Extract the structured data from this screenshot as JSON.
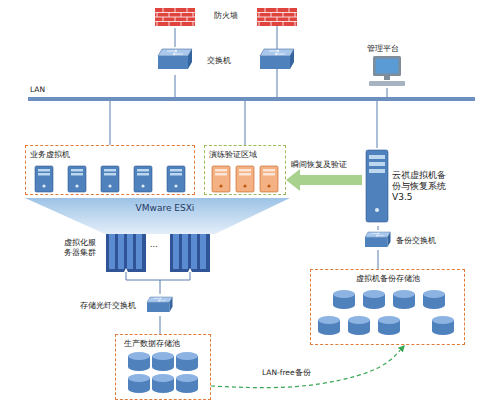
{
  "diagram": {
    "nodes": [
      {
        "text": [
          "防火墙"
        ]
      },
      {
        "text": [
          "交换机"
        ]
      },
      {
        "text": [
          "管理平台"
        ]
      },
      {
        "text": [
          "LAN"
        ]
      },
      {
        "text": [
          "业务虚拟机"
        ]
      },
      {
        "text": [
          "演练验证区域"
        ]
      },
      {
        "text": [
          "云祺虚拟机备 份与恢复系统 V3.5"
        ]
      },
      {
        "text": [
          "VMware ESXi"
        ]
      },
      {
        "text": [
          "虚拟化服 务器集群"
        ]
      },
      {
        "text": [
          "存储光纤交换机"
        ]
      },
      {
        "text": [
          "备份交换机"
        ]
      },
      {
        "text": [
          "生产数据存储池"
        ]
      },
      {
        "text": [
          "虚拟机备份存储池"
        ]
      }
    ],
    "edges": [
      {
        "from": 0,
        "to": 1,
        "arrow": "none"
      },
      {
        "from": 1,
        "to": 3,
        "arrow": "none"
      },
      {
        "from": 2,
        "to": 3,
        "arrow": "none"
      },
      {
        "from": 3,
        "to": 4,
        "arrow": "none"
      },
      {
        "from": 3,
        "to": 5,
        "arrow": "none"
      },
      {
        "from": 3,
        "to": 6,
        "arrow": "none"
      },
      {
        "from": 6,
        "to": 5,
        "label": "瞬间恢复及验证",
        "arrow": "to"
      },
      {
        "from": 8,
        "to": 9,
        "arrow": "none"
      },
      {
        "from": 9,
        "to": 11,
        "arrow": "none"
      },
      {
        "from": 6,
        "to": 10,
        "arrow": "none"
      },
      {
        "from": 10,
        "to": 12,
        "arrow": "none"
      },
      {
        "from": 11,
        "to": 12,
        "label": "LAN-free备份",
        "arrow": "to"
      }
    ],
    "labels": [
      "..."
    ]
  }
}
